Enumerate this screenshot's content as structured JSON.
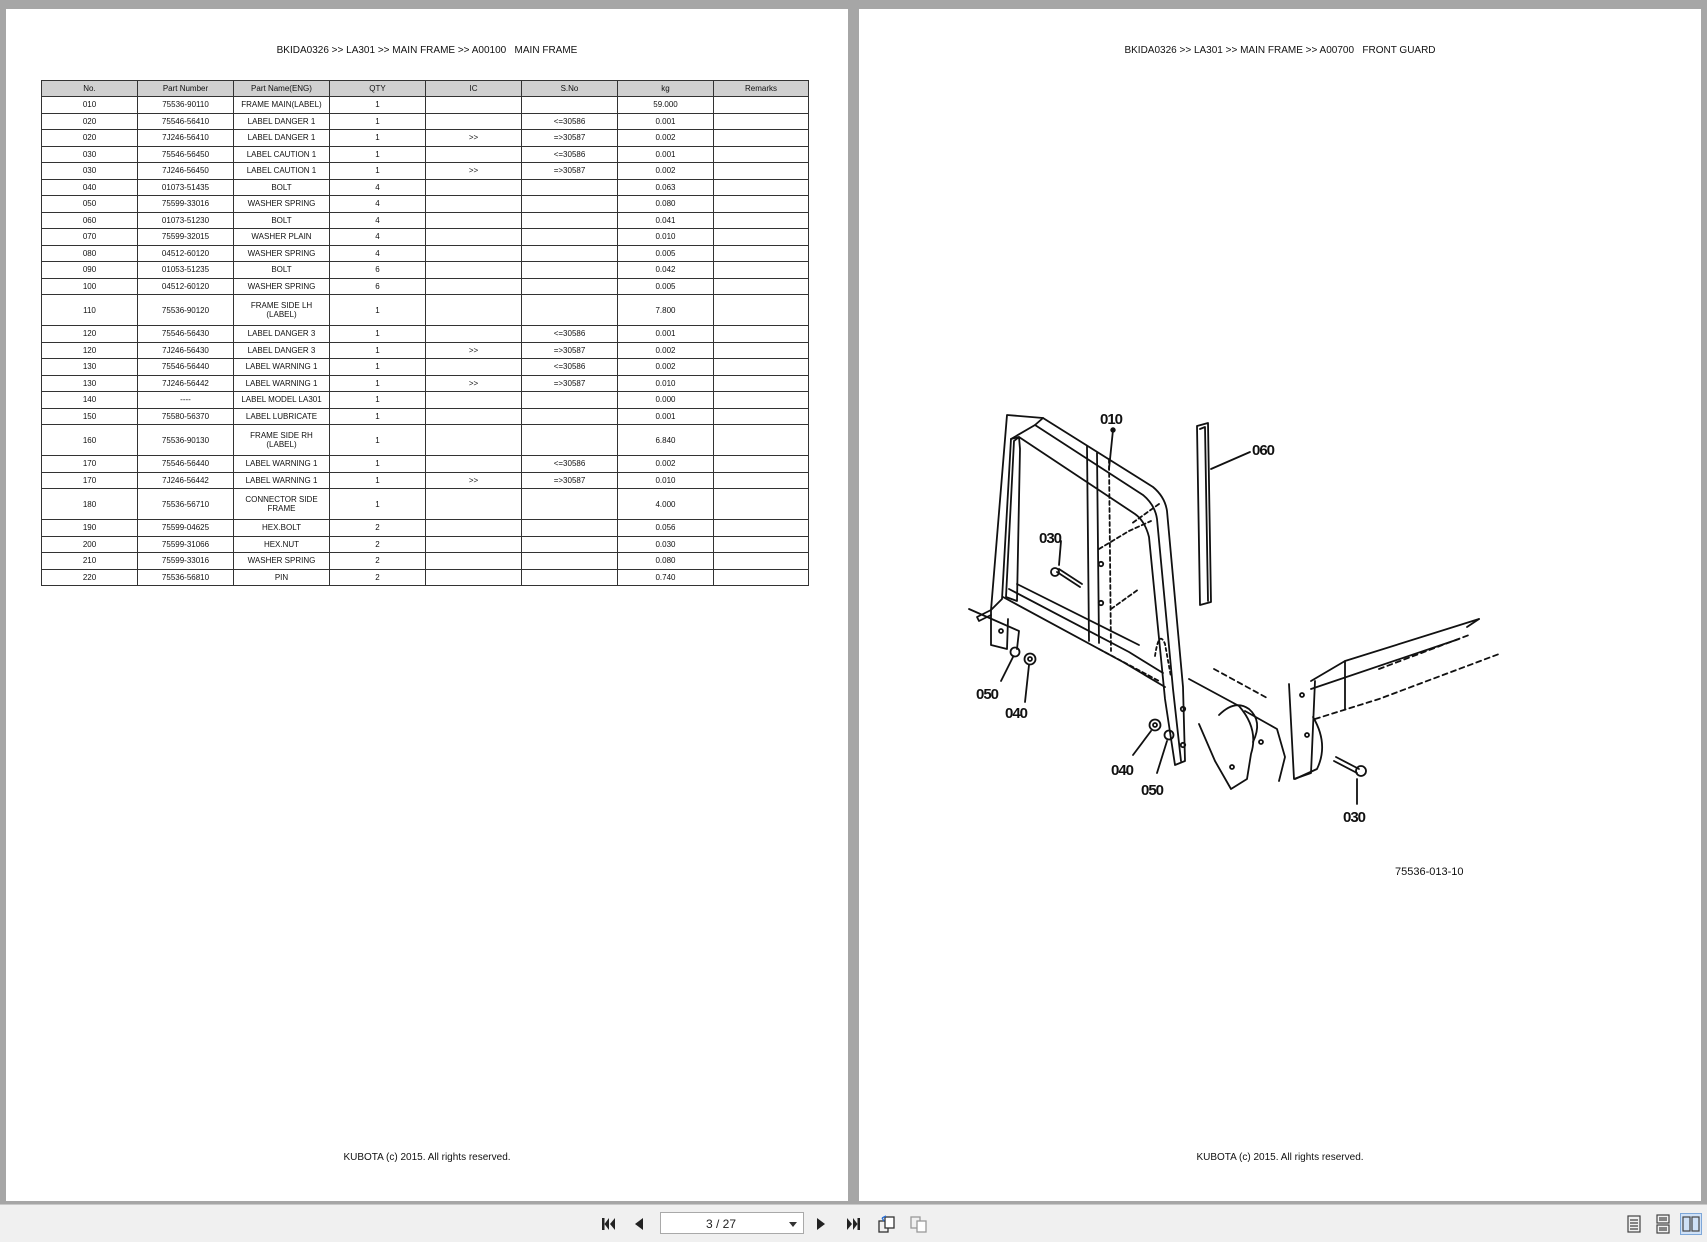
{
  "left_page": {
    "breadcrumb": "BKIDA0326 >> LA301 >> MAIN FRAME >> A00100   MAIN FRAME",
    "table": {
      "headers": [
        "No.",
        "Part Number",
        "Part Name(ENG)",
        "QTY",
        "IC",
        "S.No",
        "kg",
        "Remarks"
      ],
      "rows": [
        [
          "010",
          "75536-90110",
          "FRAME MAIN(LABEL)",
          "1",
          "",
          "",
          "59.000",
          ""
        ],
        [
          "020",
          "75546-56410",
          "LABEL DANGER 1",
          "1",
          "",
          "<=30586",
          "0.001",
          ""
        ],
        [
          "020",
          "7J246-56410",
          "LABEL DANGER 1",
          "1",
          ">>",
          "=>30587",
          "0.002",
          ""
        ],
        [
          "030",
          "75546-56450",
          "LABEL CAUTION 1",
          "1",
          "",
          "<=30586",
          "0.001",
          ""
        ],
        [
          "030",
          "7J246-56450",
          "LABEL CAUTION 1",
          "1",
          ">>",
          "=>30587",
          "0.002",
          ""
        ],
        [
          "040",
          "01073-51435",
          "BOLT",
          "4",
          "",
          "",
          "0.063",
          ""
        ],
        [
          "050",
          "75599-33016",
          "WASHER SPRING",
          "4",
          "",
          "",
          "0.080",
          ""
        ],
        [
          "060",
          "01073-51230",
          "BOLT",
          "4",
          "",
          "",
          "0.041",
          ""
        ],
        [
          "070",
          "75599-32015",
          "WASHER PLAIN",
          "4",
          "",
          "",
          "0.010",
          ""
        ],
        [
          "080",
          "04512-60120",
          "WASHER SPRING",
          "4",
          "",
          "",
          "0.005",
          ""
        ],
        [
          "090",
          "01053-51235",
          "BOLT",
          "6",
          "",
          "",
          "0.042",
          ""
        ],
        [
          "100",
          "04512-60120",
          "WASHER SPRING",
          "6",
          "",
          "",
          "0.005",
          ""
        ],
        [
          "110",
          "75536-90120",
          "FRAME SIDE LH (LABEL)",
          "1",
          "",
          "",
          "7.800",
          ""
        ],
        [
          "120",
          "75546-56430",
          "LABEL DANGER 3",
          "1",
          "",
          "<=30586",
          "0.001",
          ""
        ],
        [
          "120",
          "7J246-56430",
          "LABEL DANGER 3",
          "1",
          ">>",
          "=>30587",
          "0.002",
          ""
        ],
        [
          "130",
          "75546-56440",
          "LABEL WARNING 1",
          "1",
          "",
          "<=30586",
          "0.002",
          ""
        ],
        [
          "130",
          "7J246-56442",
          "LABEL WARNING 1",
          "1",
          ">>",
          "=>30587",
          "0.010",
          ""
        ],
        [
          "140",
          "----",
          "LABEL MODEL LA301",
          "1",
          "",
          "",
          "0.000",
          ""
        ],
        [
          "150",
          "75580-56370",
          "LABEL LUBRICATE",
          "1",
          "",
          "",
          "0.001",
          ""
        ],
        [
          "160",
          "75536-90130",
          "FRAME SIDE RH (LABEL)",
          "1",
          "",
          "",
          "6.840",
          ""
        ],
        [
          "170",
          "75546-56440",
          "LABEL WARNING 1",
          "1",
          "",
          "<=30586",
          "0.002",
          ""
        ],
        [
          "170",
          "7J246-56442",
          "LABEL WARNING 1",
          "1",
          ">>",
          "=>30587",
          "0.010",
          ""
        ],
        [
          "180",
          "75536-56710",
          "CONNECTOR SIDE FRAME",
          "1",
          "",
          "",
          "4.000",
          ""
        ],
        [
          "190",
          "75599-04625",
          "HEX.BOLT",
          "2",
          "",
          "",
          "0.056",
          ""
        ],
        [
          "200",
          "75599-31066",
          "HEX.NUT",
          "2",
          "",
          "",
          "0.030",
          ""
        ],
        [
          "210",
          "75599-33016",
          "WASHER SPRING",
          "2",
          "",
          "",
          "0.080",
          ""
        ],
        [
          "220",
          "75536-56810",
          "PIN",
          "2",
          "",
          "",
          "0.740",
          ""
        ]
      ]
    },
    "copyright": "KUBOTA (c) 2015. All rights reserved."
  },
  "right_page": {
    "breadcrumb": "BKIDA0326 >> LA301 >> MAIN FRAME >> A00700   FRONT GUARD",
    "callouts": {
      "c010": "010",
      "c060": "060",
      "c030a": "030",
      "c050a": "050",
      "c040a": "040",
      "c040b": "040",
      "c050b": "050",
      "c030b": "030"
    },
    "figure_code": "75536-013-10",
    "copyright": "KUBOTA (c) 2015. All rights reserved."
  },
  "toolbar": {
    "page_indicator": "3 / 27",
    "icons": [
      "first-page-icon",
      "prev-page-icon",
      "next-page-icon",
      "last-page-icon",
      "rotate-icon",
      "copy-icon",
      "single-page-icon",
      "continuous-icon",
      "two-page-icon"
    ]
  }
}
